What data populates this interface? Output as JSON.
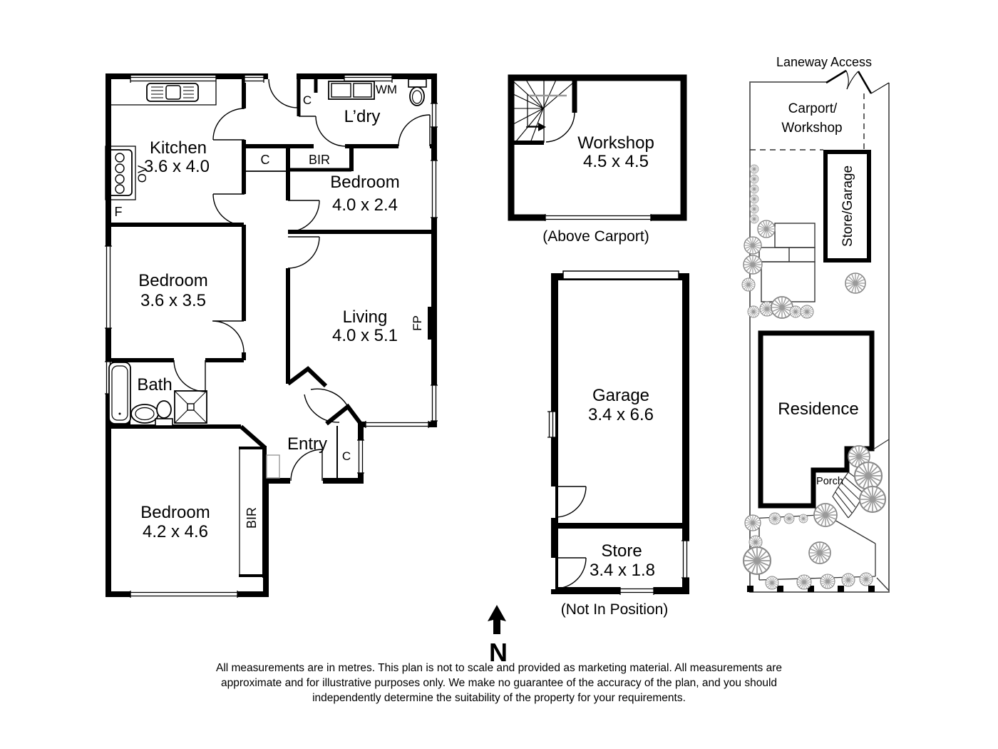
{
  "house": {
    "kitchen": {
      "label": "Kitchen",
      "dims": "3.6 x 4.0"
    },
    "laundry": {
      "label": "L’dry",
      "wm": "WM",
      "closet": "C"
    },
    "hall": {
      "closet": "C",
      "robe": "BIR"
    },
    "bedroom_rear": {
      "label": "Bedroom",
      "dims": "4.0 x 2.4"
    },
    "appliances": {
      "oven": "OV",
      "fridge": "F"
    },
    "bedroom_middle": {
      "label": "Bedroom",
      "dims": "3.6 x 3.5"
    },
    "living": {
      "label": "Living",
      "dims": "4.0 x 5.1",
      "fireplace": "FP"
    },
    "bath": {
      "label": "Bath"
    },
    "entry": {
      "label": "Entry",
      "closet": "C"
    },
    "bedroom_front": {
      "label": "Bedroom",
      "dims": "4.2 x 4.6",
      "robe": "BIR"
    }
  },
  "workshop": {
    "label": "Workshop",
    "dims": "4.5 x 4.5",
    "note": "(Above Carport)"
  },
  "garage": {
    "label": "Garage",
    "dims": "3.4 x 6.6"
  },
  "store": {
    "label": "Store",
    "dims": "3.4 x 1.8",
    "note": "(Not In Position)"
  },
  "site": {
    "laneway_access": "Laneway Access",
    "carport_line1": "Carport/",
    "carport_line2": "Workshop",
    "store_garage": "Store/Garage",
    "residence": "Residence",
    "porch": "Porch"
  },
  "compass": {
    "north": "N"
  },
  "disclaimer": {
    "line1": "All measurements are in metres. This plan is not to scale and provided as marketing material. All measurements are",
    "line2": "approximate and for illustrative purposes only. We make no guarantee of the accuracy of the plan, and you should",
    "line3": "independently determine the suitability of the property for your requirements."
  }
}
